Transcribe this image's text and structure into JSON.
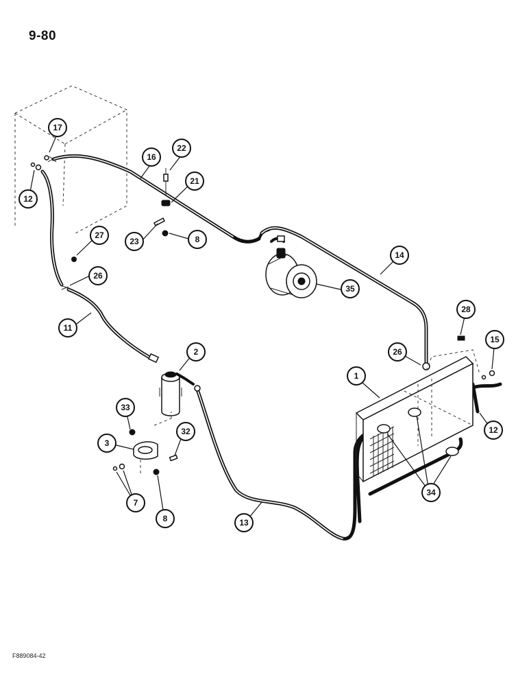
{
  "page": {
    "number": "9-80",
    "figure_code": "F889084-42"
  },
  "callouts": [
    {
      "id": "17",
      "label": "17"
    },
    {
      "id": "12a",
      "label": "12"
    },
    {
      "id": "16",
      "label": "16"
    },
    {
      "id": "22",
      "label": "22"
    },
    {
      "id": "21",
      "label": "21"
    },
    {
      "id": "23",
      "label": "23"
    },
    {
      "id": "8a",
      "label": "8"
    },
    {
      "id": "27",
      "label": "27"
    },
    {
      "id": "26a",
      "label": "26"
    },
    {
      "id": "14",
      "label": "14"
    },
    {
      "id": "35",
      "label": "35"
    },
    {
      "id": "11",
      "label": "11"
    },
    {
      "id": "2",
      "label": "2"
    },
    {
      "id": "28",
      "label": "28"
    },
    {
      "id": "15",
      "label": "15"
    },
    {
      "id": "26b",
      "label": "26"
    },
    {
      "id": "1",
      "label": "1"
    },
    {
      "id": "12b",
      "label": "12"
    },
    {
      "id": "33",
      "label": "33"
    },
    {
      "id": "32",
      "label": "32"
    },
    {
      "id": "3",
      "label": "3"
    },
    {
      "id": "34",
      "label": "34"
    },
    {
      "id": "7",
      "label": "7"
    },
    {
      "id": "8b",
      "label": "8"
    },
    {
      "id": "13",
      "label": "13"
    }
  ]
}
